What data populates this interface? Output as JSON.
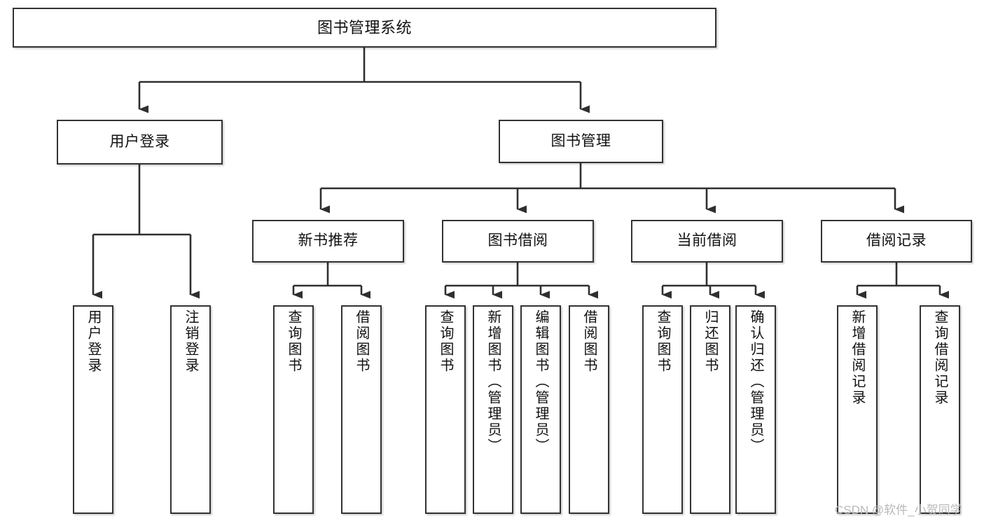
{
  "diagram": {
    "title": "图书管理系统",
    "type": "hierarchical-tree",
    "watermark": "CSDN @软件_小贺同学",
    "colors": {
      "stroke": "#333333",
      "fill": "#ffffff",
      "text": "#111111",
      "watermark": "#b9b9b9"
    },
    "nodes": {
      "root": {
        "label": "图书管理系统",
        "level": 1
      },
      "l2": [
        {
          "id": "user-login",
          "label": "用户登录",
          "level": 2
        },
        {
          "id": "book-management",
          "label": "图书管理",
          "level": 2
        }
      ],
      "l3": [
        {
          "id": "new-book-recommend",
          "label": "新书推荐",
          "level": 3,
          "parent": "book-management"
        },
        {
          "id": "book-borrow",
          "label": "图书借阅",
          "level": 3,
          "parent": "book-management"
        },
        {
          "id": "current-borrow",
          "label": "当前借阅",
          "level": 3,
          "parent": "book-management"
        },
        {
          "id": "borrow-record",
          "label": "借阅记录",
          "level": 3,
          "parent": "book-management"
        }
      ],
      "leaves": [
        {
          "id": "leaf-user-login",
          "label": "用户登录",
          "parent": "user-login"
        },
        {
          "id": "leaf-user-logout",
          "label": "注销登录",
          "parent": "user-login"
        },
        {
          "id": "leaf-query-book-recommend",
          "label": "查询图书",
          "parent": "new-book-recommend"
        },
        {
          "id": "leaf-borrow-book-recommend",
          "label": "借阅图书",
          "parent": "new-book-recommend"
        },
        {
          "id": "leaf-query-book-borrow",
          "label": "查询图书",
          "parent": "book-borrow"
        },
        {
          "id": "leaf-add-book",
          "label": "新增图书（管理员）",
          "parent": "book-borrow"
        },
        {
          "id": "leaf-edit-book",
          "label": "编辑图书（管理员）",
          "parent": "book-borrow"
        },
        {
          "id": "leaf-borrow-book",
          "label": "借阅图书",
          "parent": "book-borrow"
        },
        {
          "id": "leaf-query-book-current",
          "label": "查询图书",
          "parent": "current-borrow"
        },
        {
          "id": "leaf-return-book",
          "label": "归还图书",
          "parent": "current-borrow"
        },
        {
          "id": "leaf-confirm-return",
          "label": "确认归还（管理员）",
          "parent": "current-borrow"
        },
        {
          "id": "leaf-add-record",
          "label": "新增借阅记录",
          "parent": "borrow-record"
        },
        {
          "id": "leaf-query-record",
          "label": "查询借阅记录",
          "parent": "borrow-record"
        }
      ]
    }
  }
}
